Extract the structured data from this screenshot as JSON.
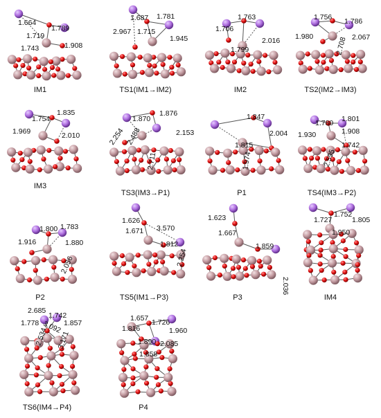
{
  "panels": [
    {
      "caption": "IM1",
      "values": [
        "1.664",
        "1.789",
        "1.719",
        "1.743",
        "1.908"
      ]
    },
    {
      "caption": "TS1(IM1→IM2)",
      "values": [
        "1.687",
        "1.781",
        "2.967",
        "1.715",
        "1.945"
      ]
    },
    {
      "caption": "IM2",
      "values": [
        "1.763",
        "1.706",
        "2.016",
        "1.799"
      ]
    },
    {
      "caption": "TS2(IM2→IM3)",
      "values": [
        "1.756",
        "1.786",
        "1.980",
        "2.708",
        "2.067"
      ]
    },
    {
      "caption": "IM3",
      "values": [
        "1.835",
        "1.754",
        "1.969",
        "2.010"
      ]
    },
    {
      "caption": "TS3(IM3→P1)",
      "values": [
        "1.870",
        "1.876",
        "2.254",
        "2.488",
        "2.153",
        "2.711"
      ]
    },
    {
      "caption": "P1",
      "values": [
        "1.847",
        "1.815",
        "2.004",
        "1.974"
      ]
    },
    {
      "caption": "TS4(IM3→P2)",
      "values": [
        "1.801",
        "1.780",
        "1.930",
        "1.908",
        "1.742",
        "2.595"
      ]
    },
    {
      "caption": "P2",
      "values": [
        "1.800",
        "1.783",
        "1.916",
        "1.880",
        "2.056"
      ]
    },
    {
      "caption": "TS5(IM1→P3)",
      "values": [
        "1.626",
        "1.671",
        "3.570",
        "1.812",
        "2.254"
      ]
    },
    {
      "caption": "P3",
      "values": [
        "1.623",
        "1.667",
        "1.859",
        "2.036"
      ]
    },
    {
      "caption": "IM4",
      "values": [
        "1.727",
        "1.752",
        "1.805",
        "1.950"
      ]
    },
    {
      "caption": "TS6(IM4→P4)",
      "values": [
        "2.685",
        "1.742",
        "1.778",
        "3.092",
        "1.857",
        "2.534",
        "3.171"
      ]
    },
    {
      "caption": "P4",
      "values": [
        "1.657",
        "1.726",
        "1.816",
        "1.960",
        "1.890",
        "2.085",
        "1.858"
      ]
    }
  ],
  "colors": {
    "cluster_atom": "#c8a2a8",
    "oxygen_atom": "#e01010",
    "adsorbate_atom": "#b070e0",
    "bond": "#555555"
  }
}
